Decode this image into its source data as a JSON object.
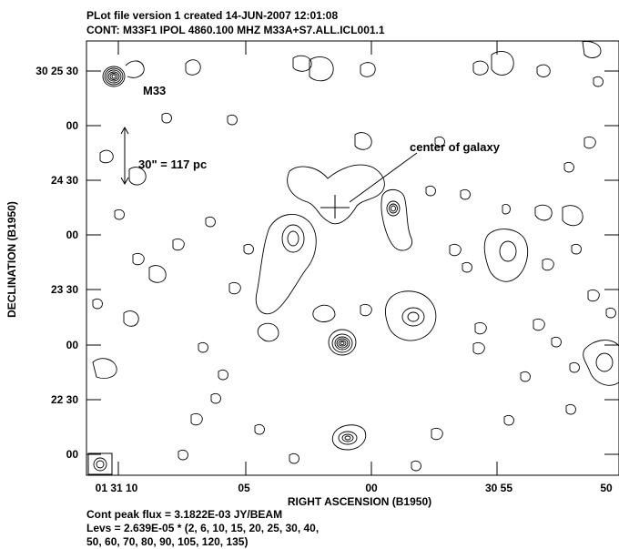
{
  "header": {
    "line1": "PLot file version 1  created 14-JUN-2007 12:01:08",
    "line2": "CONT: M33F1  IPOL  4860.100 MHZ  M33A+S7.ALL.ICL001.1"
  },
  "annotations": {
    "object_label": "M33",
    "scale_bar": "30\" = 117 pc",
    "center_label": "center of galaxy"
  },
  "footer": {
    "peak": "Cont peak flux =  3.1822E-03 JY/BEAM",
    "levs1": "Levs = 2.639E-05 * (2, 6, 10, 15, 20, 25, 30, 40,",
    "levs2": "50, 60, 70, 80, 90, 105, 120, 135)"
  },
  "chart_data": {
    "type": "contour",
    "xlabel": "RIGHT ASCENSION (B1950)",
    "ylabel": "DECLINATION (B1950)",
    "x_ticks": [
      "01 31 10",
      "05",
      "00",
      "30 55",
      "50"
    ],
    "y_ticks": [
      "30 25 30",
      "00",
      "24 30",
      "00",
      "23 30",
      "00",
      "22 30",
      "00"
    ],
    "peak_flux": "3.1822E-03 JY/BEAM",
    "levels_base": "2.639E-05",
    "levels": [
      2,
      6,
      10,
      15,
      20,
      25,
      30,
      40,
      50,
      60,
      70,
      80,
      90,
      105,
      120,
      135
    ],
    "features": [
      {
        "name": "M33",
        "type": "compact source"
      },
      {
        "name": "center of galaxy",
        "type": "marker"
      }
    ]
  }
}
